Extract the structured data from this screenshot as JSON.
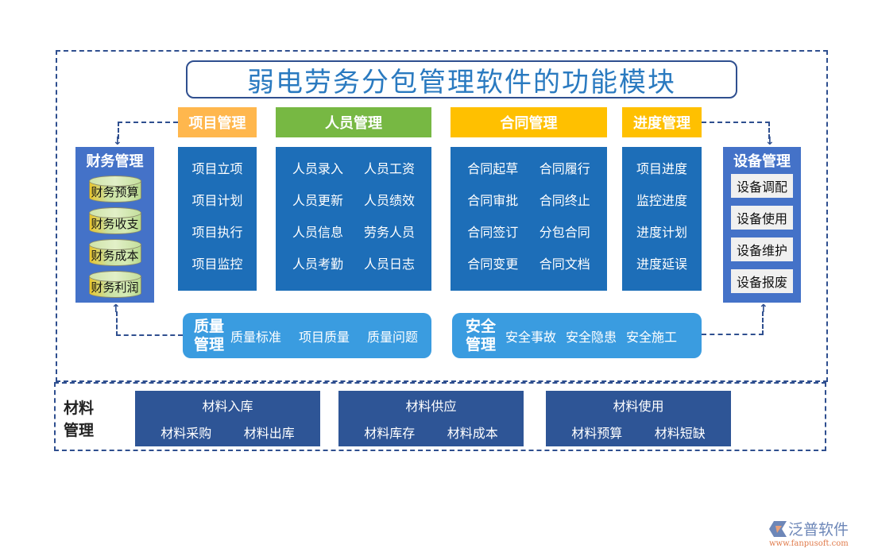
{
  "title": "弱电劳务分包管理软件的功能模块",
  "modules": {
    "project": {
      "header": "项目管理",
      "header_color": "#ffb74d",
      "items": [
        "项目立项",
        "项目计划",
        "项目执行",
        "项目监控"
      ]
    },
    "personnel": {
      "header": "人员管理",
      "header_color": "#77b843",
      "items": [
        "人员录入",
        "人员工资",
        "人员更新",
        "人员绩效",
        "人员信息",
        "劳务人员",
        "人员考勤",
        "人员日志"
      ]
    },
    "contract": {
      "header": "合同管理",
      "header_color": "#ffc000",
      "items": [
        "合同起草",
        "合同履行",
        "合同审批",
        "合同终止",
        "合同签订",
        "分包合同",
        "合同变更",
        "合同文档"
      ]
    },
    "progress": {
      "header": "进度管理",
      "header_color": "#ffc000",
      "items": [
        "项目进度",
        "监控进度",
        "进度计划",
        "进度延误"
      ]
    },
    "finance": {
      "header": "财务管理",
      "items": [
        "财务预算",
        "财务收支",
        "财务成本",
        "财务利润"
      ]
    },
    "equipment": {
      "header": "设备管理",
      "items": [
        "设备调配",
        "设备使用",
        "设备维护",
        "设备报废"
      ]
    },
    "quality": {
      "header_line1": "质量",
      "header_line2": "管理",
      "items": [
        "质量标准",
        "项目质量",
        "质量问题"
      ]
    },
    "safety": {
      "header_line1": "安全",
      "header_line2": "管理",
      "items": [
        "安全事故",
        "安全隐患",
        "安全施工"
      ]
    },
    "material": {
      "header_line1": "材料",
      "header_line2": "管理",
      "groups": [
        {
          "title": "材料入库",
          "items": [
            "材料采购",
            "材料出库"
          ]
        },
        {
          "title": "材料供应",
          "items": [
            "材料库存",
            "材料成本"
          ]
        },
        {
          "title": "材料使用",
          "items": [
            "材料预算",
            "材料短缺"
          ]
        }
      ]
    }
  },
  "colors": {
    "panel_blue": "#1d6eb8",
    "side_blue": "#4472c8",
    "bar_blue": "#3a9ce0",
    "material_blue": "#2e5596",
    "dash": "#2f4f8f"
  },
  "logo": {
    "name": "泛普软件",
    "url": "www.fanpusoft.com"
  }
}
